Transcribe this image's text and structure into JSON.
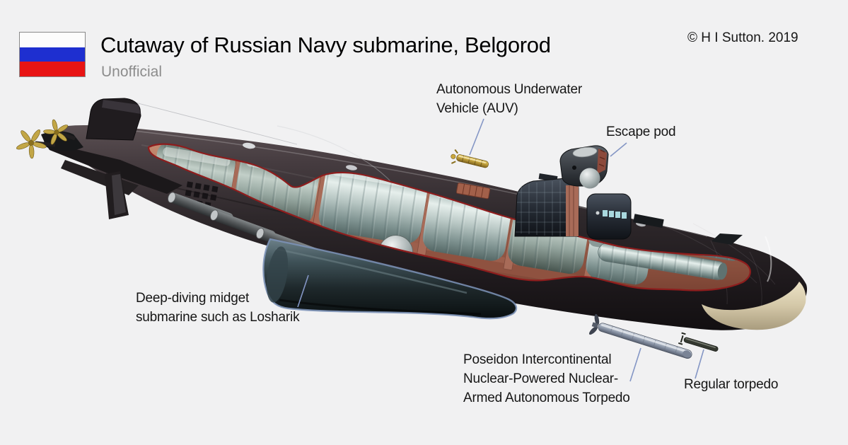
{
  "colors": {
    "background": "#f1f1f2",
    "text": "#161616",
    "subtitle_gray": "#8c8c8c",
    "leader_line": "#8496c5",
    "cutaway_red": "#8e1d1d",
    "flag_white": "#fcfcfc",
    "flag_blue": "#1e2fd0",
    "flag_red": "#e81414"
  },
  "header": {
    "title": "Cutaway of Russian Navy submarine, Belgorod",
    "subtitle": "Unofficial",
    "credit": "© H I Sutton. 2019"
  },
  "annotations": {
    "auv": {
      "line1": "Autonomous Underwater",
      "line2": "Vehicle (AUV)"
    },
    "escape_pod": {
      "label": "Escape pod"
    },
    "midget_sub": {
      "line1": "Deep-diving midget",
      "line2": "submarine such as Losharik"
    },
    "poseidon": {
      "line1": "Poseidon Intercontinental",
      "line2": "Nuclear-Powered Nuclear-",
      "line3": "Armed Autonomous Torpedo"
    },
    "regular_torpedo": {
      "label": "Regular torpedo"
    }
  }
}
